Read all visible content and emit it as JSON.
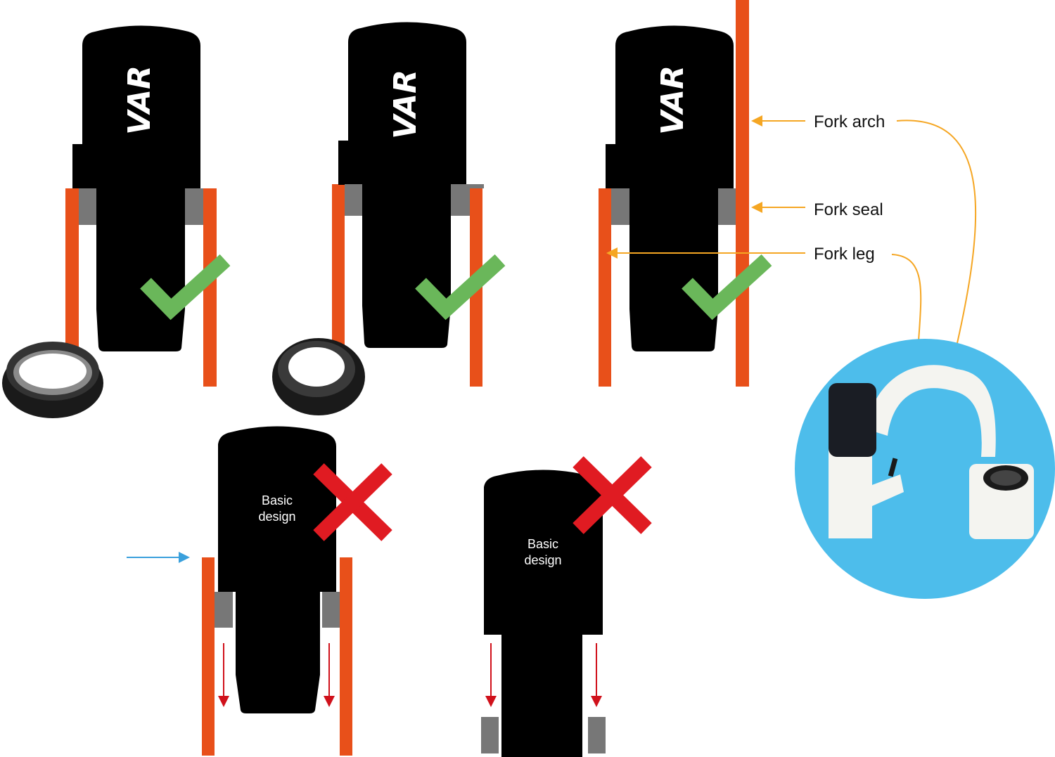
{
  "logo_text": "VAR",
  "labels": {
    "fork_arch": "Fork arch",
    "fork_seal": "Fork seal",
    "fork_leg": "Fork leg"
  },
  "bad_tools": [
    {
      "line1": "Basic",
      "line2": "design"
    },
    {
      "line1": "Basic",
      "line2": "design"
    }
  ],
  "colors": {
    "fork_leg": "#E8501A",
    "seal": "#777777",
    "check": "#6AB75A",
    "cross": "#E01B22",
    "callout": "#F5A623",
    "circle": "#4DBDEB",
    "push_arrow": "#3AA0DC",
    "down_arrow": "#D0111B"
  }
}
